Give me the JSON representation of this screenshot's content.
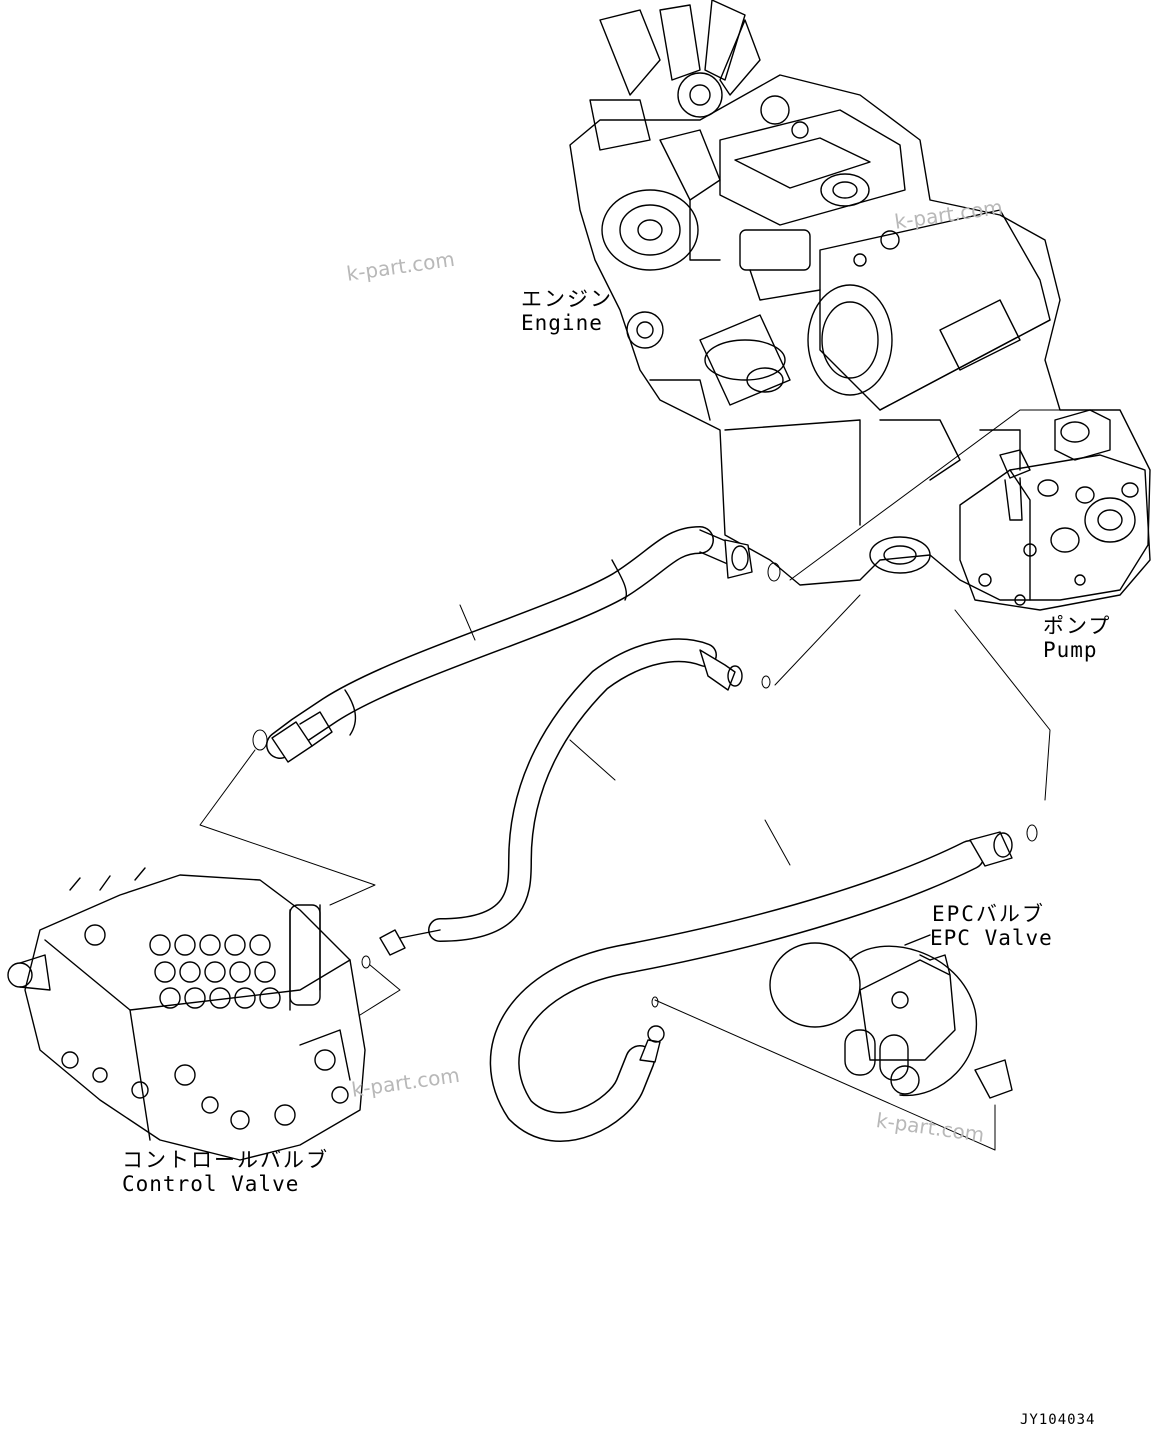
{
  "labels": {
    "engine": {
      "jp": "エンジン",
      "en": "Engine"
    },
    "pump": {
      "jp": "ポンプ",
      "en": "Pump"
    },
    "epc_valve": {
      "jp": "EPCバルブ",
      "en": "EPC Valve"
    },
    "control_valve": {
      "jp": "コントロールバルブ",
      "en": "Control Valve"
    }
  },
  "watermark": "k-part.com",
  "drawing_code": "JY104034",
  "colors": {
    "line": "#000000",
    "background": "#ffffff",
    "watermark": "#b8b8b8"
  }
}
